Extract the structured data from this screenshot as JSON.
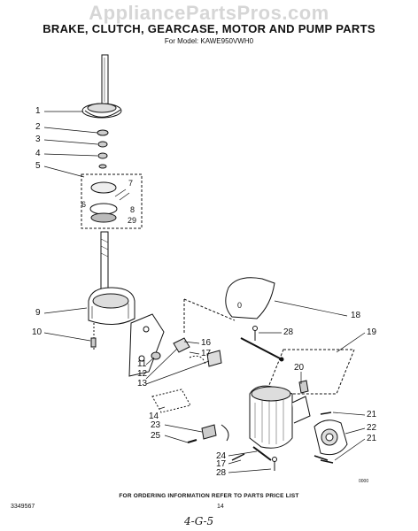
{
  "watermark": "AppliancePartsPros.com",
  "title": "BRAKE, CLUTCH, GEARCASE, MOTOR AND PUMP PARTS",
  "subtitle": "For Model: KAWE950VWH0",
  "callouts": {
    "c1": "1",
    "c2": "2",
    "c3": "3",
    "c4": "4",
    "c5": "5",
    "c6": "6",
    "c7": "7",
    "c8": "8",
    "c29": "29",
    "c9": "9",
    "c10": "10",
    "c11": "11",
    "c12": "12",
    "c13": "13",
    "c14": "14",
    "c16": "16",
    "c17a": "17",
    "c17b": "17",
    "c18": "18",
    "c19": "19",
    "c20": "20",
    "c21a": "21",
    "c21b": "21",
    "c22": "22",
    "c23": "23",
    "c24": "24",
    "c25": "25",
    "c28a": "28",
    "c28b": "28",
    "pad_label": "0"
  },
  "footer": {
    "ordering_note": "FOR ORDERING INFORMATION REFER TO PARTS PRICE LIST",
    "part_number": "3349567",
    "page_number": "14",
    "handwritten": "4-G-5",
    "code": "0000"
  }
}
